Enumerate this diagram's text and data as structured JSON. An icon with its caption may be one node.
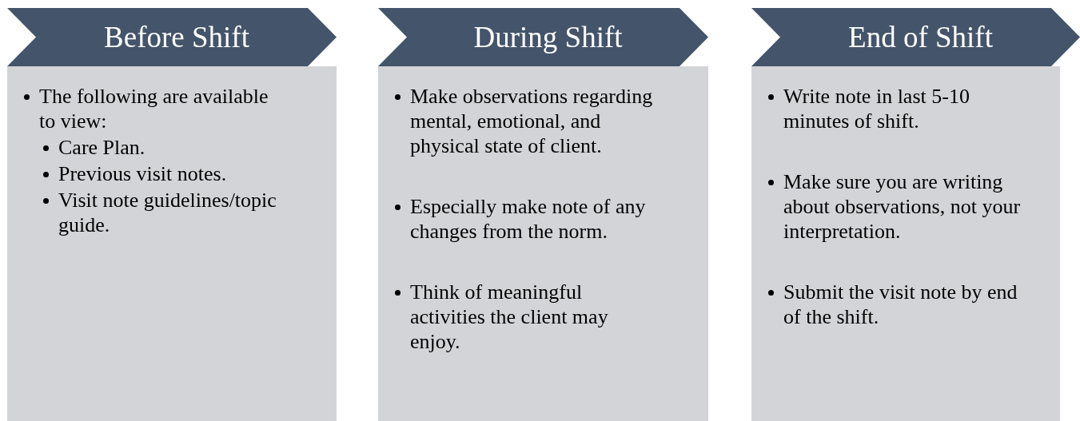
{
  "diagram": {
    "nodes": [
      {
        "text": [
          "Before Shift"
        ]
      },
      {
        "text": [
          "The following are available to view:",
          "Care Plan.",
          "Previous visit notes.",
          "Visit note guidelines/topic guide."
        ]
      },
      {
        "text": [
          "During Shift"
        ]
      },
      {
        "text": [
          "Make observations regarding mental, emotional, and physical state of client.",
          "Especially make note of any changes from the norm.",
          "Think of meaningful activities the client may enjoy."
        ]
      },
      {
        "text": [
          "End of Shift"
        ]
      },
      {
        "text": [
          "Write note in last 5-10 minutes of shift.",
          "Make sure you are writing about observations, not your interpretation.",
          "Submit the visit note by end of the shift."
        ]
      }
    ]
  }
}
